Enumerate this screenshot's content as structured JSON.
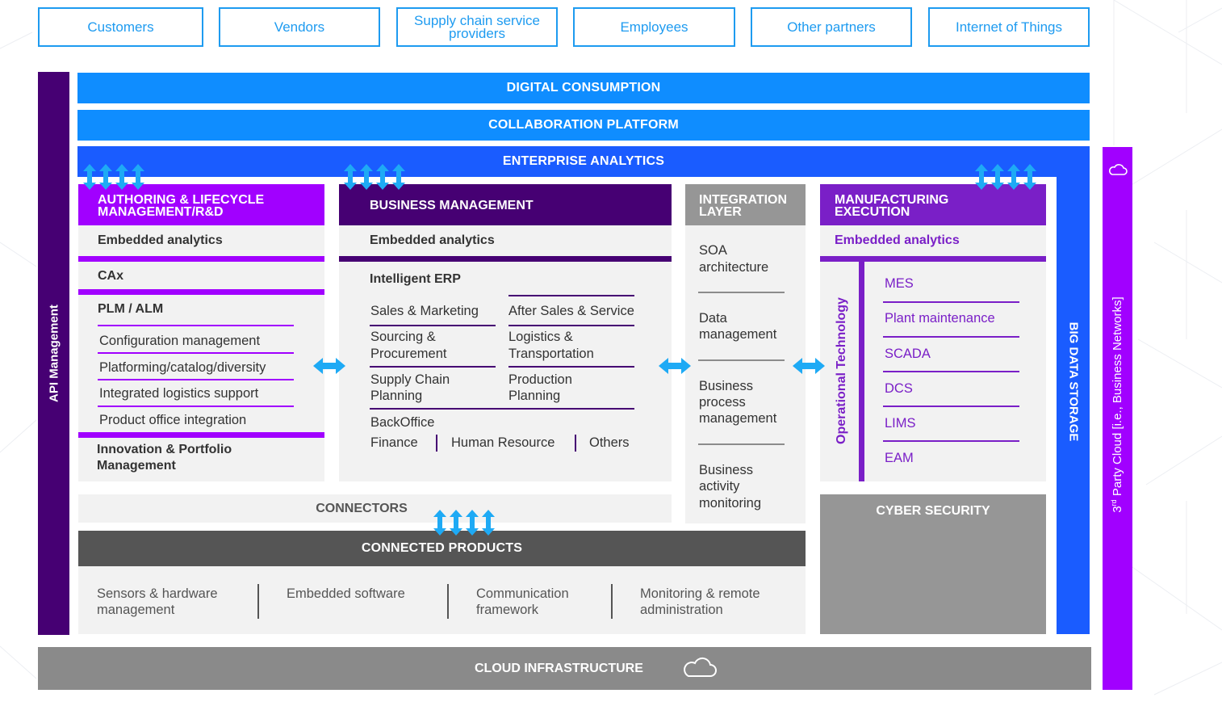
{
  "stakeholders": [
    "Customers",
    "Vendors",
    "Supply chain service providers",
    "Employees",
    "Other partners",
    "Internet of Things"
  ],
  "bars": {
    "digital_consumption": "DIGITAL CONSUMPTION",
    "collaboration_platform": "COLLABORATION PLATFORM",
    "enterprise_analytics": "ENTERPRISE ANALYTICS",
    "connectors": "CONNECTORS",
    "connected_products": "CONNECTED PRODUCTS",
    "cloud_infrastructure": "CLOUD INFRASTRUCTURE",
    "cyber_security": "CYBER SECURITY"
  },
  "side": {
    "api_management": "API Management",
    "big_data_storage": "BIG DATA STORAGE",
    "third_party_cloud_pre": "3",
    "third_party_cloud_sup": "rd",
    "third_party_cloud_post": " Party Cloud [i.e., Business Networks]"
  },
  "authoring": {
    "title_line1": "AUTHORING & LIFECYCLE",
    "title_line2": "MANAGEMENT/R&D",
    "embedded": "Embedded analytics",
    "cax": "CAx",
    "plm": "PLM / ALM",
    "items": [
      "Configuration management",
      "Platforming/catalog/diversity",
      "Integrated logistics support",
      "Product office integration"
    ],
    "innovation_line1": "Innovation & Portfolio",
    "innovation_line2": "Management"
  },
  "business": {
    "title": "BUSINESS MANAGEMENT",
    "embedded": "Embedded analytics",
    "erp": "Intelligent ERP",
    "left": [
      [
        "Sales & Marketing"
      ],
      [
        "Sourcing &",
        "Procurement"
      ],
      [
        "Supply Chain",
        "Planning"
      ]
    ],
    "right": [
      [
        "After Sales & Service"
      ],
      [
        "Logistics &",
        "Transportation"
      ],
      [
        "Production",
        "Planning"
      ]
    ],
    "backoffice": "BackOffice",
    "backoffice_items": [
      "Finance",
      "Human Resource",
      "Others"
    ]
  },
  "integration": {
    "title_line1": "INTEGRATION",
    "title_line2": "LAYER",
    "items": [
      [
        "SOA",
        "architecture"
      ],
      [
        "Data",
        "management"
      ],
      [
        "Business",
        "process",
        "management"
      ],
      [
        "Business",
        "activity",
        "monitoring"
      ]
    ]
  },
  "manufacturing": {
    "title_line1": "MANUFACTURING",
    "title_line2": "EXECUTION",
    "embedded": "Embedded analytics",
    "ot": "Operational Technology",
    "items": [
      "MES",
      "Plant maintenance",
      "SCADA",
      "DCS",
      "LIMS",
      "EAM"
    ]
  },
  "connected_products_items": [
    [
      "Sensors & hardware",
      "management"
    ],
    [
      "Embedded software"
    ],
    [
      "Communication",
      "framework"
    ],
    [
      "Monitoring & remote",
      "administration"
    ]
  ],
  "colors": {
    "light_blue": "#1e9bf0",
    "blue": "#0a6cff",
    "royal_blue": "#1a4fff",
    "purple": "#a100ff",
    "dark_purple": "#460073",
    "deep_purple": "#3f0a68",
    "gray": "#969696",
    "dark_gray": "#555555"
  }
}
